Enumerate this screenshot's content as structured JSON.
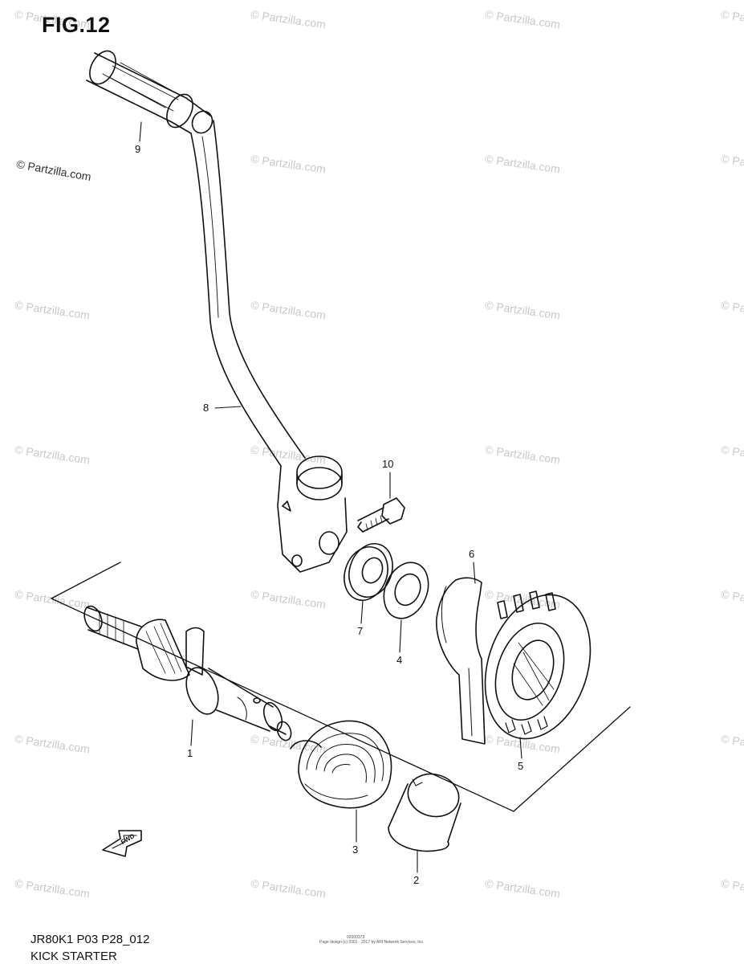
{
  "figure": {
    "title": "FIG.12"
  },
  "watermark": {
    "text": "© Partzilla.com",
    "color": "#c9c9c9"
  },
  "callouts": [
    {
      "id": "c9",
      "label": "9"
    },
    {
      "id": "c8",
      "label": "8"
    },
    {
      "id": "c10",
      "label": "10"
    },
    {
      "id": "c7",
      "label": "7"
    },
    {
      "id": "c4",
      "label": "4"
    },
    {
      "id": "c6",
      "label": "6"
    },
    {
      "id": "c5",
      "label": "5"
    },
    {
      "id": "c1",
      "label": "1"
    },
    {
      "id": "c3",
      "label": "3"
    },
    {
      "id": "c2",
      "label": "2"
    }
  ],
  "fwd_arrow": {
    "label": "FWD"
  },
  "footer": {
    "code": "JR80K1 P03 P28_012",
    "title": "KICK STARTER",
    "small_code": "02000373",
    "small_text": "Page design (c) 2001 - 2017 by ARI Network Services, Inc."
  }
}
